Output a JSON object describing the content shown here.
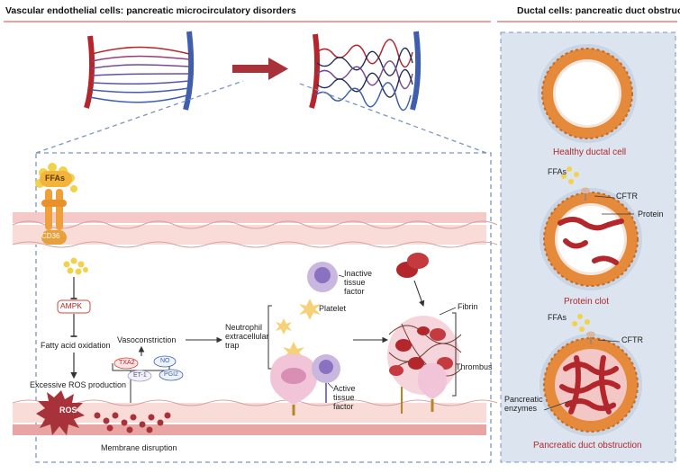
{
  "left_panel": {
    "title": "Vascular endothelial cells: pancreatic microcirculatory disorders",
    "labels": {
      "ffas": "FFAs",
      "cd36": "CD36",
      "ampk": "AMPK",
      "fatty_acid_oxidation": "Fatty acid oxidation",
      "excessive_ros": "Excessive ROS production",
      "ros": "ROS",
      "membrane_disruption": "Membrane disruption",
      "vasoconstriction": "Vasoconstriction",
      "txa2": "TXA2",
      "et1": "ET-1",
      "no": "NO",
      "pgi2": "PGI2",
      "net": "Neutrophil extracellular trap",
      "platelet": "Platelet",
      "inactive_tissue_factor": "Inactive tissue factor",
      "active_tissue_factor": "Active tissue factor",
      "fibrin": "Fibrin",
      "thrombus": "Thrombus"
    }
  },
  "right_panel": {
    "title": "Ductal cells: pancreatic duct obstruction",
    "labels": {
      "healthy": "Healthy ductal cell",
      "ffas_1": "FFAs",
      "cftr_1": "CFTR",
      "protein": "Protein",
      "protein_clot": "Protein clot",
      "ffas_2": "FFAs",
      "cftr_2": "CFTR",
      "pancreatic_enzymes": "Pancreatic enzymes",
      "obstruction": "Pancreatic duct obstruction"
    }
  },
  "colors": {
    "artery": "#b3262c",
    "vein": "#3f5fae",
    "ffa": "#f2d24a",
    "cell_wall": "#f6d7d2",
    "duct_orange": "#e48a3a",
    "dash": "#7a95bd",
    "title_rule": "#d6453a"
  }
}
